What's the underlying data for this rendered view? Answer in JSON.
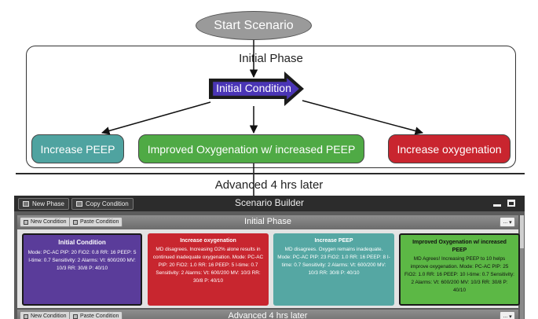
{
  "flow": {
    "start": "Start Scenario",
    "phase_title": "Initial Phase",
    "initial_condition": "Initial Condition",
    "outcomes": {
      "increase_peep": "Increase PEEP",
      "improved_oxygenation": "Improved Oxygenation w/  increased PEEP",
      "increase_oxygenation": "Increase oxygenation"
    },
    "next_phase": "Advanced 4 hrs later"
  },
  "builder": {
    "title": "Scenario Builder",
    "new_phase_label": "New Phase",
    "copy_condition_label": "Copy Condition",
    "new_condition_label": "New Condition",
    "paste_condition_label": "Paste Condition",
    "more_label": "...",
    "phases": [
      {
        "name": "Initial Phase",
        "cards": [
          {
            "title": "Initial Condition",
            "body": "Mode: PC-AC PIP: 20 FiO2: 0.8 RR: 16 PEEP: 5 I-time: 0.7 Sensitivity: 2 Alarms: Vt: 600/200 MV: 10/3 RR: 30/8 P: 40/10"
          },
          {
            "title": "Increase oxygenation",
            "body": "MD disagrees. Increasing O2% alone results in continued inadequate oxygenation. Mode: PC-AC PIP: 20 FiO2: 1.0 RR: 16 PEEP: 5 I-time: 0.7 Sensitivity: 2 Alarms: Vt: 600/200 MV: 10/3 RR: 30/8 P: 40/10"
          },
          {
            "title": "Increase PEEP",
            "body": "MD disagrees. Oxygen remains inadequate. Mode: PC-AC PIP: 23 FiO2: 1.0 RR: 16 PEEP: 8 I-time: 0.7 Sensitivity: 2 Alarms: Vt: 600/200 MV: 10/3 RR: 30/8 P: 40/10"
          },
          {
            "title": "Improved Oxygenation w/ increased PEEP",
            "body": "MD Agrees! Increasing PEEP to 10 helps improve oxygenation. Mode: PC-AC PIP: 25 FiO2: 1.0 RR: 16 PEEP: 10 I-time: 0.7 Sensitivity: 2 Alarms: Vt: 600/200 MV: 10/3 RR: 30/8 P: 40/10"
          }
        ]
      },
      {
        "name": "Advanced 4 hrs later"
      }
    ]
  },
  "colors": {
    "purple": "#5a3c9a",
    "red": "#c8262f",
    "teal": "#55a7a3",
    "green": "#5cb845"
  }
}
